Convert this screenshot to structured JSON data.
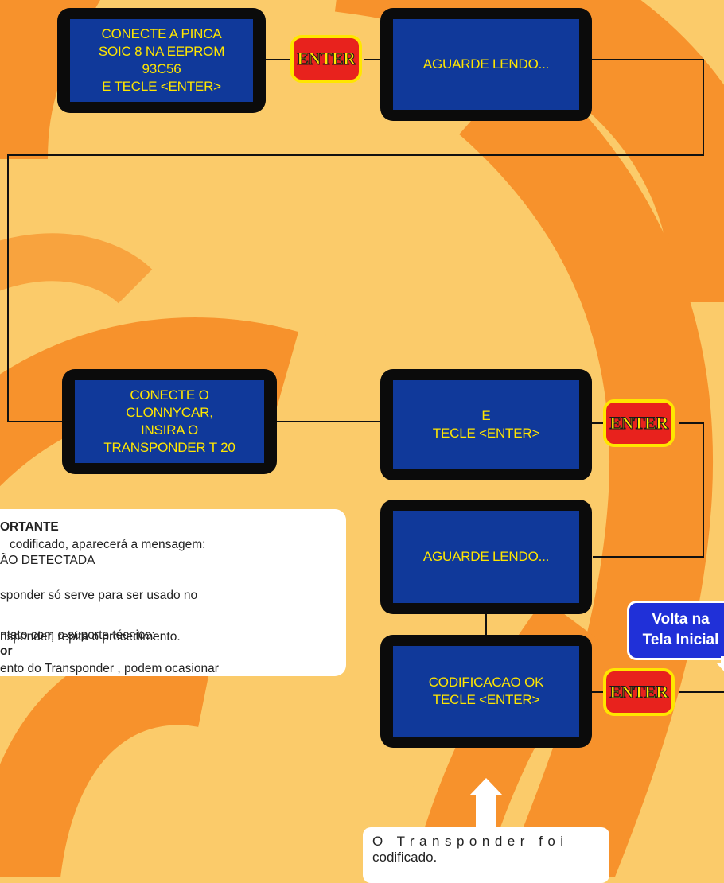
{
  "screens": {
    "connect_pinca": "CONECTE A PINCA\nSOIC 8 NA EEPROM\n93C56\nE TECLE  <ENTER>",
    "aguarde_1": "AGUARDE LENDO...",
    "conecte_clonnycar": "CONECTE O\nCLONNYCAR,\nINSIRA O\nTRANSPONDER T 20",
    "e_tecle": "E\nTECLE  <ENTER>",
    "aguarde_2": "AGUARDE LENDO...",
    "codificacao_ok": "CODIFICACAO OK\nTECLE <ENTER>"
  },
  "enter_label": "ENTER",
  "note": {
    "title": "ORTANTE",
    "line1": "codificado,  aparecerá  a  mensagem:",
    "line2": "ÃO DETECTADA",
    "line3": "sponder  só  serve  para  ser  usado  no",
    "line4": "nsponder, repita o procedimento.",
    "line5": "ento do Transponder , podem ocasionar",
    "line6": "ntato com o suporte técnico:",
    "line7": "or"
  },
  "callout": {
    "line1": "O Transponder foi",
    "line2": "codificado."
  },
  "volta": {
    "line1": "Volta na",
    "line2": "Tela Inicial"
  },
  "colors": {
    "background": "#fbcb6a",
    "swirl": "#f7922c",
    "screen": "#10399a",
    "screen_text": "#ffe600",
    "enter_button": "#e8221d",
    "volta_box": "#2030d8"
  }
}
